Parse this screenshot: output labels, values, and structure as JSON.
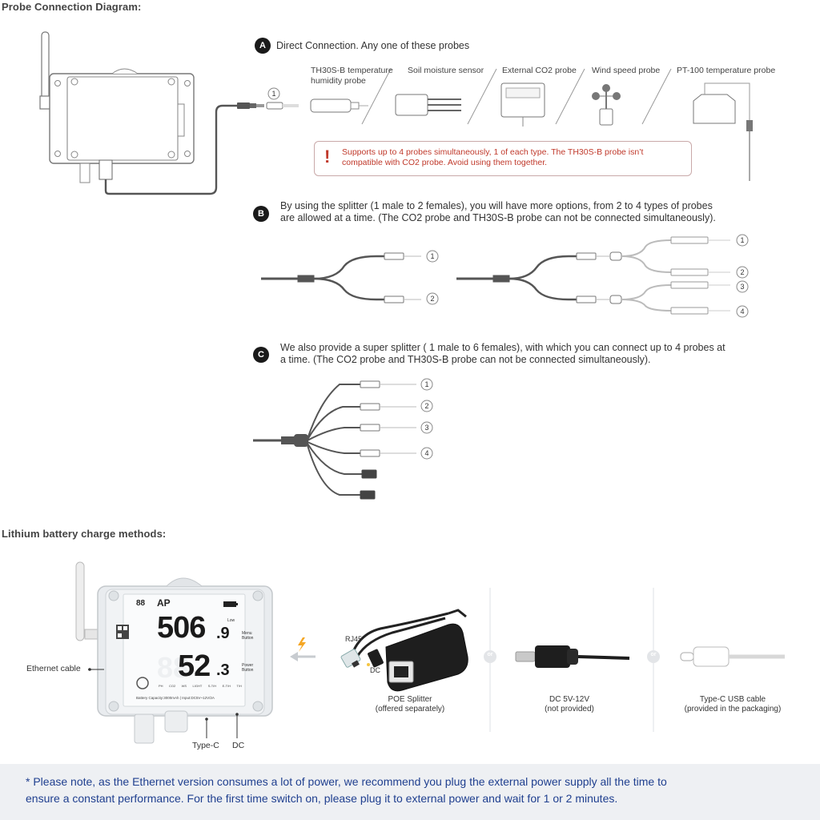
{
  "probe_section": {
    "title": "Probe Connection Diagram:",
    "option_a": {
      "badge": "A",
      "text": "Direct Connection. Any one of these probes",
      "port_number": "1",
      "probes": [
        {
          "label": "TH30S-B temperature",
          "label2": "humidity probe"
        },
        {
          "label": "Soil moisture sensor"
        },
        {
          "label": "External CO2 probe"
        },
        {
          "label": "Wind speed probe"
        },
        {
          "label": "PT-100 temperature probe"
        }
      ],
      "warning_icon": "!",
      "warning_line1": "Supports up to 4 probes simultaneously, 1 of each type. The TH30S-B probe isn’t",
      "warning_line2": "compatible with CO2 probe. Avoid using them together."
    },
    "option_b": {
      "badge": "B",
      "line1": "By using the splitter (1 male to 2 females), you will have more options, from 2 to 4 types of probes",
      "line2": "are allowed at a time. (The CO2 probe and TH30S-B probe can not be connected simultaneously).",
      "left_ports": [
        "1",
        "2"
      ],
      "right_ports": [
        "1",
        "2",
        "3",
        "4"
      ]
    },
    "option_c": {
      "badge": "C",
      "line1": "We also provide a super splitter ( 1 male to 6 females), with which you can connect up to 4 probes at",
      "line2": "a time. (The CO2 probe and TH30S-B probe can not be connected simultaneously).",
      "ports": [
        "1",
        "2",
        "3",
        "4"
      ]
    }
  },
  "battery_section": {
    "title": "Lithium battery charge methods:",
    "device": {
      "lcd_ap": "AP",
      "lcd_signal": "88",
      "lcd_main_value": "506",
      "lcd_main_decimal": ".9",
      "lcd_second_value": "52",
      "lcd_second_decimal": ".3",
      "menu_button": "Menu Button",
      "power_button": "Power Button",
      "low_label": "Low",
      "sensor_labels": [
        "PH",
        "CO2",
        "WS",
        "LIGHT",
        "S-T/H",
        "E-T/H",
        "T/H"
      ],
      "battery_caption": "Battery Capacity:3000mAh | Input:DC5V~12V/2A",
      "ethernet_label": "Ethernet cable",
      "typec_label": "Type-C",
      "dc_label": "DC"
    },
    "methods": [
      {
        "name": "POE Splitter",
        "note": "(offered separately)",
        "rj45": "RJ45",
        "dc": "DC"
      },
      {
        "name": "DC 5V-12V",
        "note": "(not provided)"
      },
      {
        "name": "Type-C USB cable",
        "note": "(provided in the packaging)"
      }
    ],
    "or_label": "or"
  },
  "note": {
    "line1": "* Please note, as the Ethernet version consumes a lot of power, we recommend you plug the external power supply all the time to",
    "line2": "ensure a constant performance. For the first time switch on, please plug it to external power and wait for 1 or 2 minutes."
  },
  "colors": {
    "badge": "#1a1a1a",
    "warning": "#c0392b",
    "note_text": "#1f3f8f",
    "note_bg": "#eef0f3",
    "cable": "#555555",
    "accent_orange": "#f5a623"
  }
}
